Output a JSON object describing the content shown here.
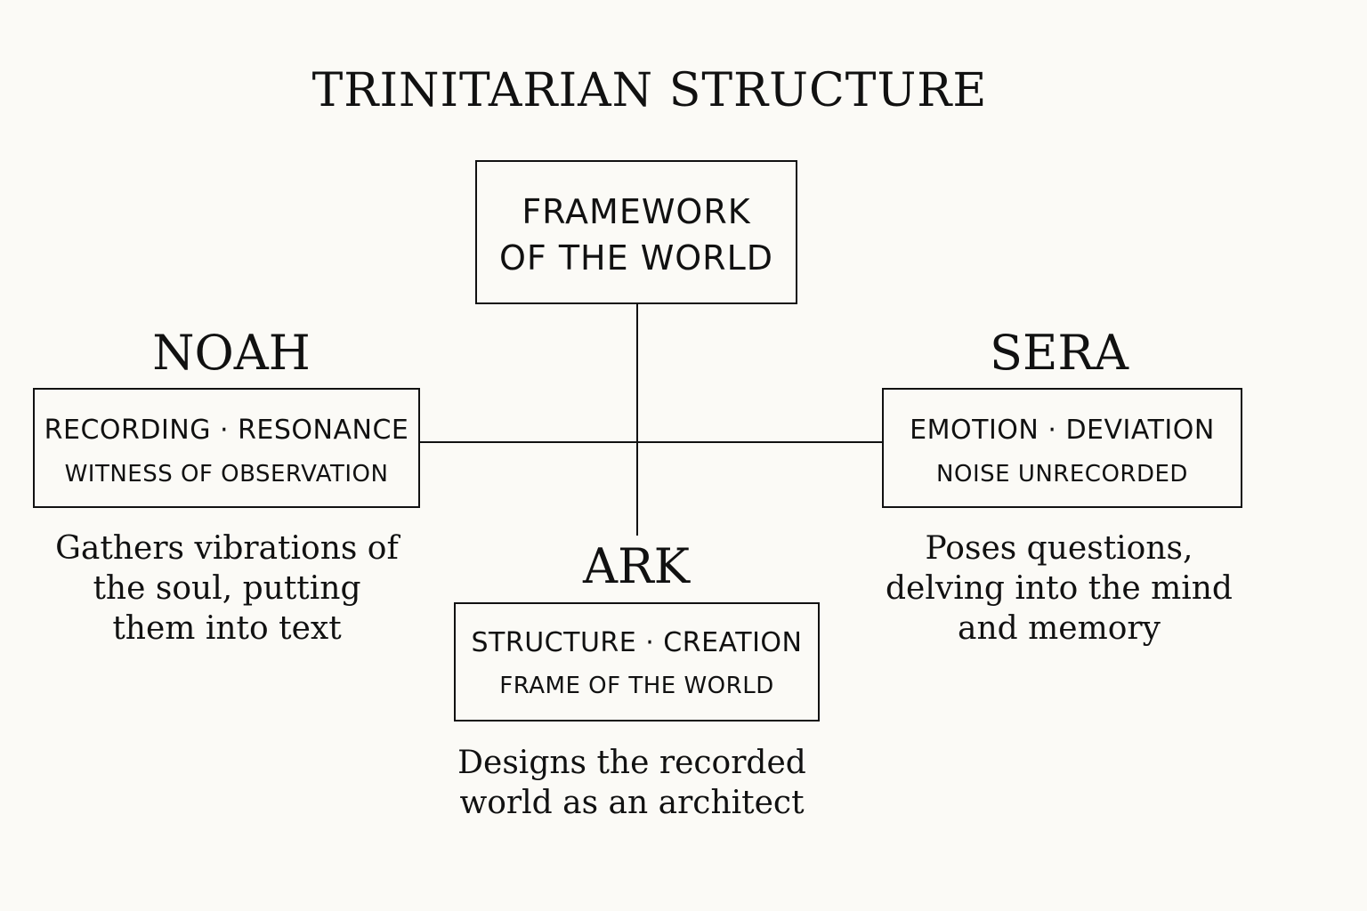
{
  "title": "TRINITARIAN STRUCTURE",
  "top": {
    "line1": "FRAMEWORK",
    "line2": "OF THE WORLD"
  },
  "noah": {
    "name": "NOAH",
    "box_line1": "RECORDING · RESONANCE",
    "box_line2": "WITNESS OF OBSERVATION",
    "desc": [
      "Gathers vibrations of",
      "the soul, putting",
      "them into text"
    ]
  },
  "sera": {
    "name": "SERA",
    "box_line1": "EMOTION · DEVIATION",
    "box_line2": "NOISE UNRECORDED",
    "desc": [
      "Poses questions,",
      "delving into the mind",
      "and memory"
    ]
  },
  "ark": {
    "name": "ARK",
    "box_line1": "STRUCTURE · CREATION",
    "box_line2": "FRAME OF THE WORLD",
    "desc": [
      "Designs the recorded",
      "world as an architect"
    ]
  }
}
